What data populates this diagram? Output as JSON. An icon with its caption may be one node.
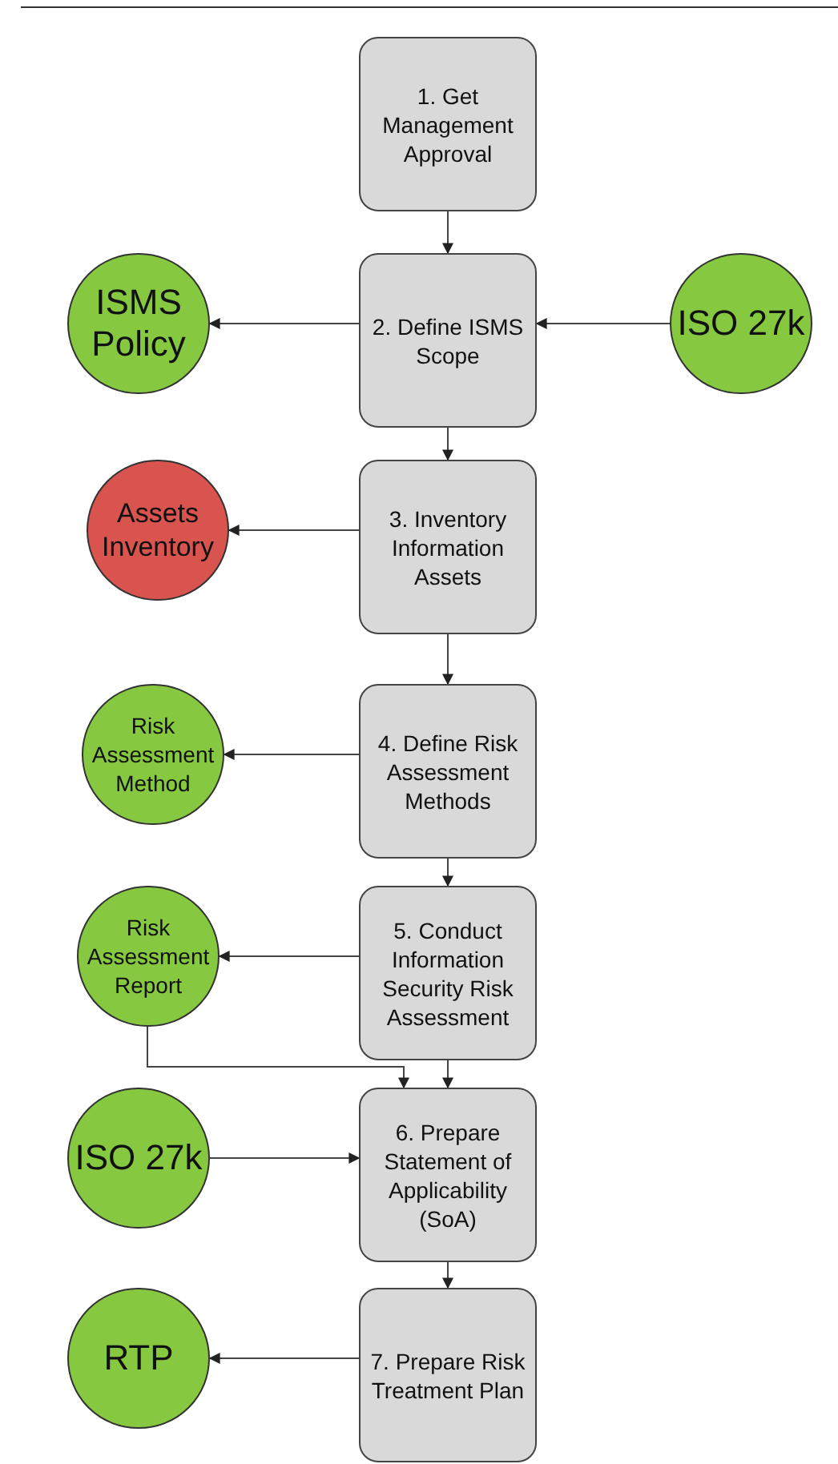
{
  "diagram": {
    "nodes": [
      {
        "text": [
          "1. Get Management Approval"
        ]
      },
      {
        "text": [
          "ISMS Policy"
        ]
      },
      {
        "text": [
          "2. Define ISMS Scope"
        ]
      },
      {
        "text": [
          "ISO 27k"
        ]
      },
      {
        "text": [
          "Assets Inventory"
        ]
      },
      {
        "text": [
          "3. Inventory Information Assets"
        ]
      },
      {
        "text": [
          "Risk Assessment Method"
        ]
      },
      {
        "text": [
          "4. Define Risk Assessment Methods"
        ]
      },
      {
        "text": [
          "Risk Assessment Report"
        ]
      },
      {
        "text": [
          "5. Conduct Information Security Risk Assessment"
        ]
      },
      {
        "text": [
          "ISO 27k"
        ]
      },
      {
        "text": [
          "6. Prepare Statement of Applicability (SoA)"
        ]
      },
      {
        "text": [
          "RTP"
        ]
      },
      {
        "text": [
          "7. Prepare Risk Treatment Plan"
        ]
      }
    ],
    "edges": [
      {
        "from": 0,
        "to": 2,
        "arrow": "to"
      },
      {
        "from": 2,
        "to": 1,
        "arrow": "to"
      },
      {
        "from": 3,
        "to": 2,
        "arrow": "to"
      },
      {
        "from": 2,
        "to": 5,
        "arrow": "to"
      },
      {
        "from": 5,
        "to": 4,
        "arrow": "to"
      },
      {
        "from": 5,
        "to": 7,
        "arrow": "to"
      },
      {
        "from": 7,
        "to": 6,
        "arrow": "to"
      },
      {
        "from": 7,
        "to": 9,
        "arrow": "to"
      },
      {
        "from": 9,
        "to": 8,
        "arrow": "to"
      },
      {
        "from": 8,
        "to": 11,
        "arrow": "to"
      },
      {
        "from": 9,
        "to": 11,
        "arrow": "to"
      },
      {
        "from": 10,
        "to": 11,
        "arrow": "to"
      },
      {
        "from": 11,
        "to": 13,
        "arrow": "to"
      },
      {
        "from": 13,
        "to": 12,
        "arrow": "to"
      }
    ]
  }
}
